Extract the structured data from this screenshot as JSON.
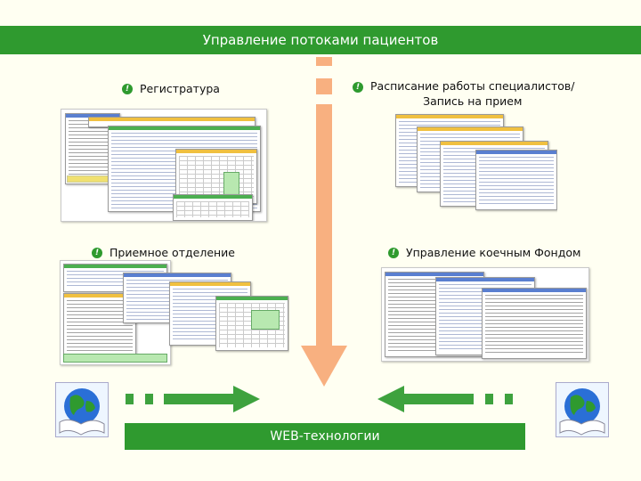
{
  "header": {
    "title": "Управление потоками пациентов"
  },
  "sections": {
    "registry": {
      "label": "Регистратура"
    },
    "schedule": {
      "label_line1": "Расписание работы специалистов/",
      "label_line2": "Запись на прием"
    },
    "admission": {
      "label": "Приемное отделение"
    },
    "beds": {
      "label": "Управление коечным Фондом"
    }
  },
  "footer": {
    "label": "WEB-технологии"
  },
  "icons": {
    "bullet": "info-bullet-icon",
    "globe_left": "globe-icon",
    "globe_right": "globe-icon",
    "vertical_arrow": "down-arrow-icon",
    "left_arrow": "right-arrow-icon",
    "right_arrow": "left-arrow-icon"
  },
  "colors": {
    "banner": "#2f9a2f",
    "arrow": "#f8b080",
    "background": "#fffff2"
  }
}
